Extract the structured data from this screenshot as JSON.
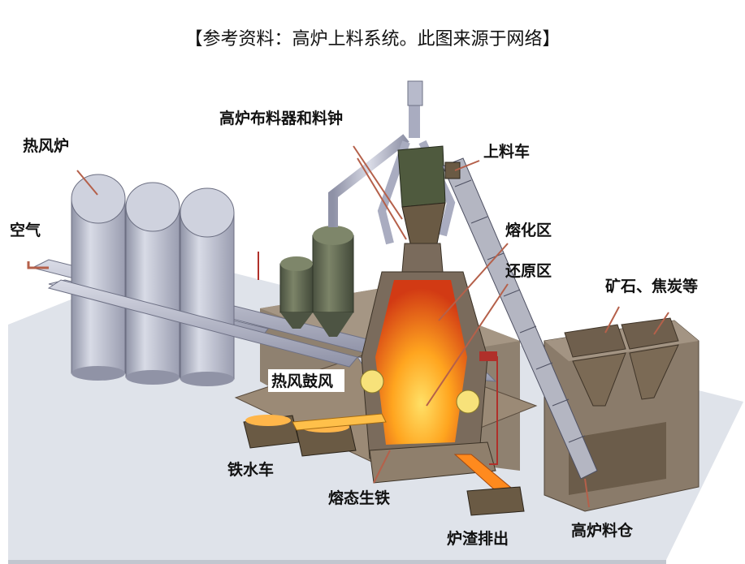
{
  "caption": "【参考资料：高炉上料系统。此图来源于网络】",
  "labels": {
    "distributor": "高炉布料器和料钟",
    "hot_stove": "热风炉",
    "skip_car": "上料车",
    "air": "空气",
    "melting_zone": "熔化区",
    "reduction_zone": "还原区",
    "ore_coke": "矿石、焦炭等",
    "hot_blast": "热风鼓风",
    "hot_metal_car": "铁水车",
    "molten_iron": "熔态生铁",
    "slag_out": "炉渣排出",
    "stock_bin": "高炉料仓"
  },
  "colors": {
    "ground": "#dfe3ea",
    "platform": "#8f8170",
    "furnace_shell": "#7a6b5c",
    "furnace_hot_core": "#ffb020",
    "furnace_hot_edge": "#d8401a",
    "stove": "#b9bccb",
    "pipe": "#a9acc0",
    "vessel": "#5e6650",
    "cart": "#6a5a44",
    "slag": "#ff8a1e",
    "leader": "#b5604a"
  }
}
